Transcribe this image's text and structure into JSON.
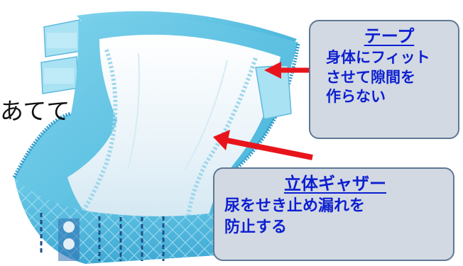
{
  "partial_left_text": "あてて",
  "callouts": {
    "tape": {
      "title": "テープ",
      "body": "身体にフィット\nさせて隙間を\n作らない"
    },
    "gather": {
      "title": "立体ギャザー",
      "body": "尿をせき止め漏れを\n防止する"
    }
  },
  "colors": {
    "callout_fill": "#d2d9e2",
    "callout_border": "#5f7894",
    "callout_text": "#0d1fd0",
    "arrow": "#e8141c",
    "diaper_outer": "#5fc4e2",
    "diaper_inner": "#eef6fb"
  }
}
